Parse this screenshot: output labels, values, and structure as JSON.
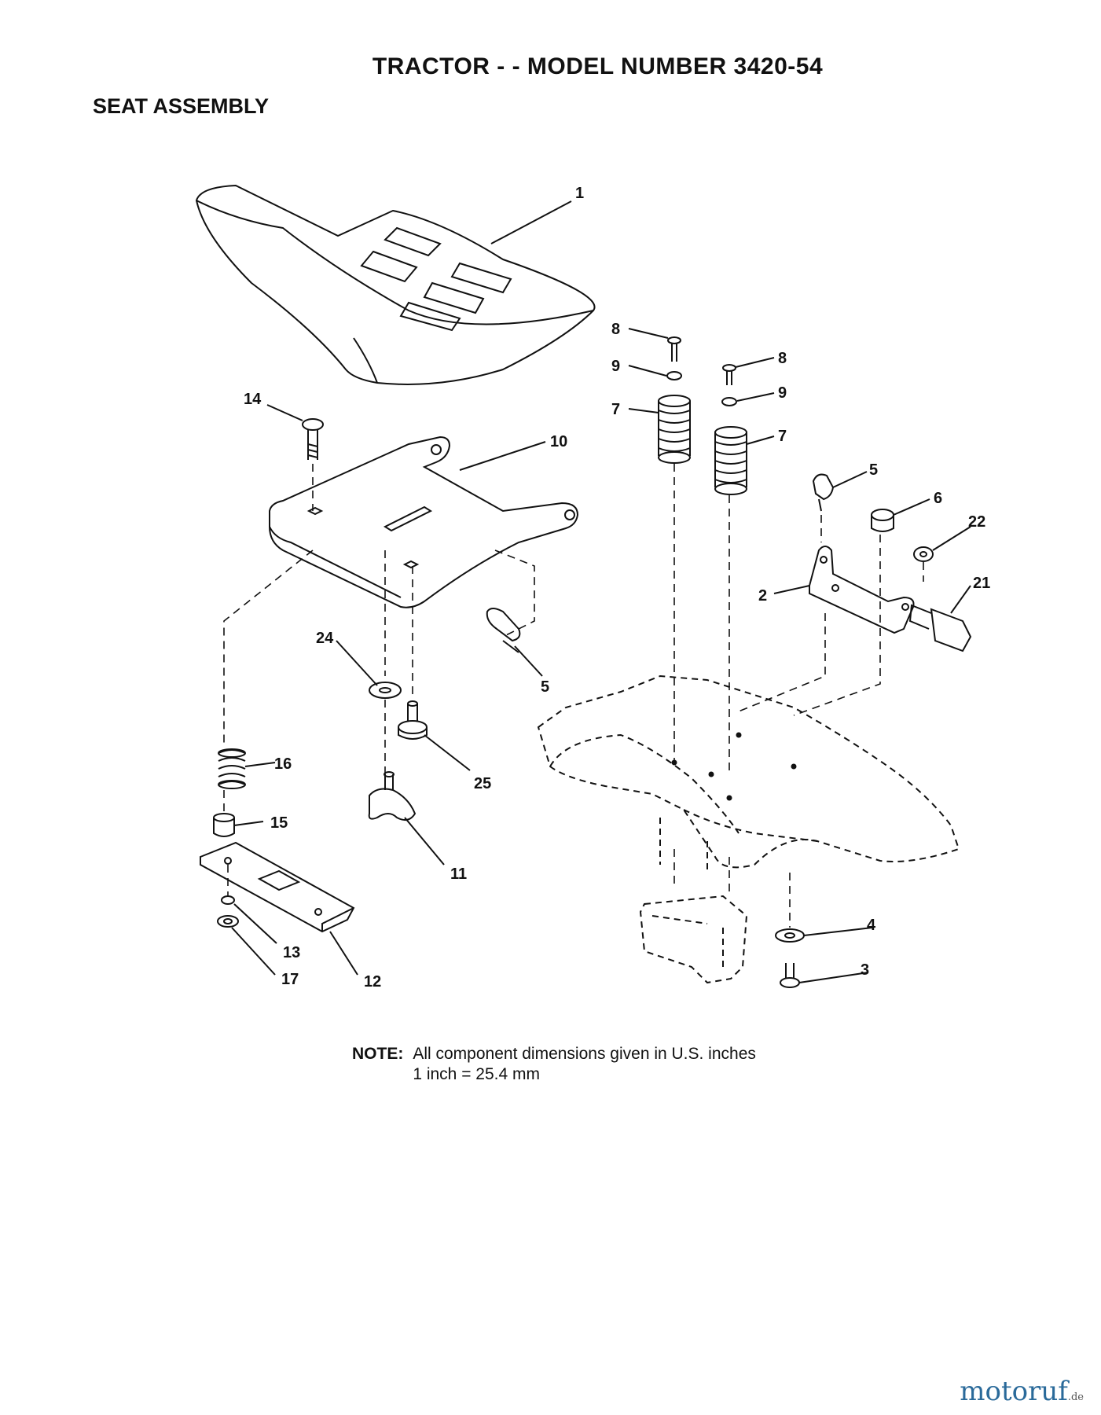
{
  "header": {
    "title": "TRACTOR - - MODEL NUMBER 3420-54",
    "section": "SEAT ASSEMBLY"
  },
  "callouts": [
    {
      "id": "c1",
      "label": "1"
    },
    {
      "id": "c14",
      "label": "14"
    },
    {
      "id": "c10",
      "label": "10"
    },
    {
      "id": "c24",
      "label": "24"
    },
    {
      "id": "c5a",
      "label": "5"
    },
    {
      "id": "c25",
      "label": "25"
    },
    {
      "id": "c16",
      "label": "16"
    },
    {
      "id": "c15",
      "label": "15"
    },
    {
      "id": "c11",
      "label": "11"
    },
    {
      "id": "c13",
      "label": "13"
    },
    {
      "id": "c17",
      "label": "17"
    },
    {
      "id": "c12",
      "label": "12"
    },
    {
      "id": "c8a",
      "label": "8"
    },
    {
      "id": "c9a",
      "label": "9"
    },
    {
      "id": "c7a",
      "label": "7"
    },
    {
      "id": "c8b",
      "label": "8"
    },
    {
      "id": "c9b",
      "label": "9"
    },
    {
      "id": "c7b",
      "label": "7"
    },
    {
      "id": "c5b",
      "label": "5"
    },
    {
      "id": "c6",
      "label": "6"
    },
    {
      "id": "c22",
      "label": "22"
    },
    {
      "id": "c2",
      "label": "2"
    },
    {
      "id": "c21",
      "label": "21"
    },
    {
      "id": "c4",
      "label": "4"
    },
    {
      "id": "c3",
      "label": "3"
    }
  ],
  "note": {
    "label": "NOTE:",
    "line1": "All component dimensions given in U.S. inches",
    "line2": "1 inch = 25.4 mm"
  },
  "watermark": {
    "text": "motoruf",
    "suffix": ".de"
  }
}
